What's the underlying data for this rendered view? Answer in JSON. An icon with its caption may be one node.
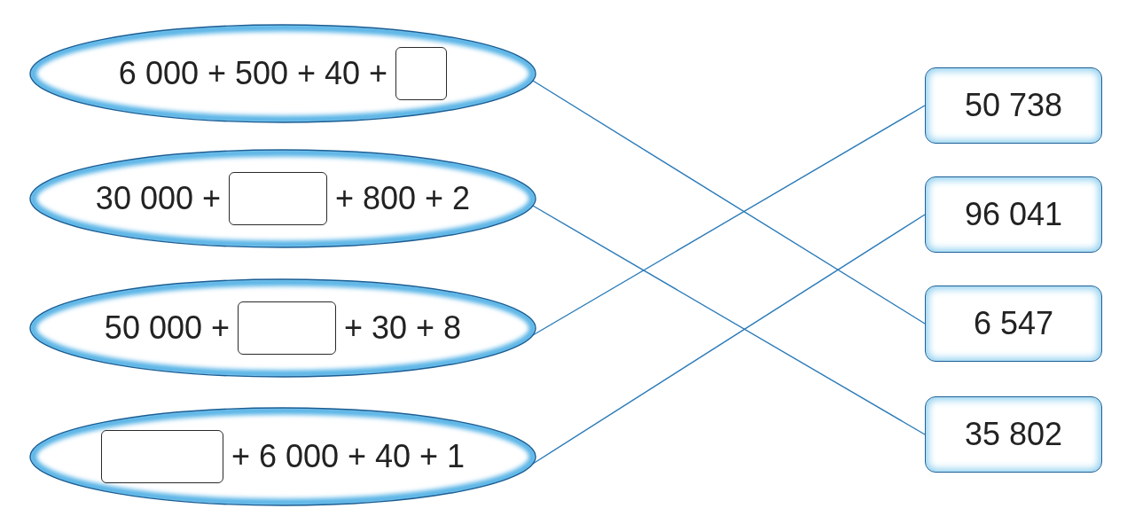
{
  "diagram": {
    "nodes": [
      {
        "text": [
          "6 000 + 500 + 40 +"
        ]
      },
      {
        "text": [
          "30 000 +",
          "+ 800 + 2"
        ]
      },
      {
        "text": [
          "50 000 +",
          "+ 30 + 8"
        ]
      },
      {
        "text": [
          "+ 6 000 + 40 + 1"
        ]
      },
      {
        "text": [
          "50 738"
        ]
      },
      {
        "text": [
          "96 041"
        ]
      },
      {
        "text": [
          "6 547"
        ]
      },
      {
        "text": [
          "35 802"
        ]
      }
    ],
    "edges": [
      {
        "from": 0,
        "to": 6,
        "arrow": "none"
      },
      {
        "from": 1,
        "to": 7,
        "arrow": "none"
      },
      {
        "from": 2,
        "to": 4,
        "arrow": "none"
      },
      {
        "from": 3,
        "to": 5,
        "arrow": "none"
      }
    ]
  }
}
